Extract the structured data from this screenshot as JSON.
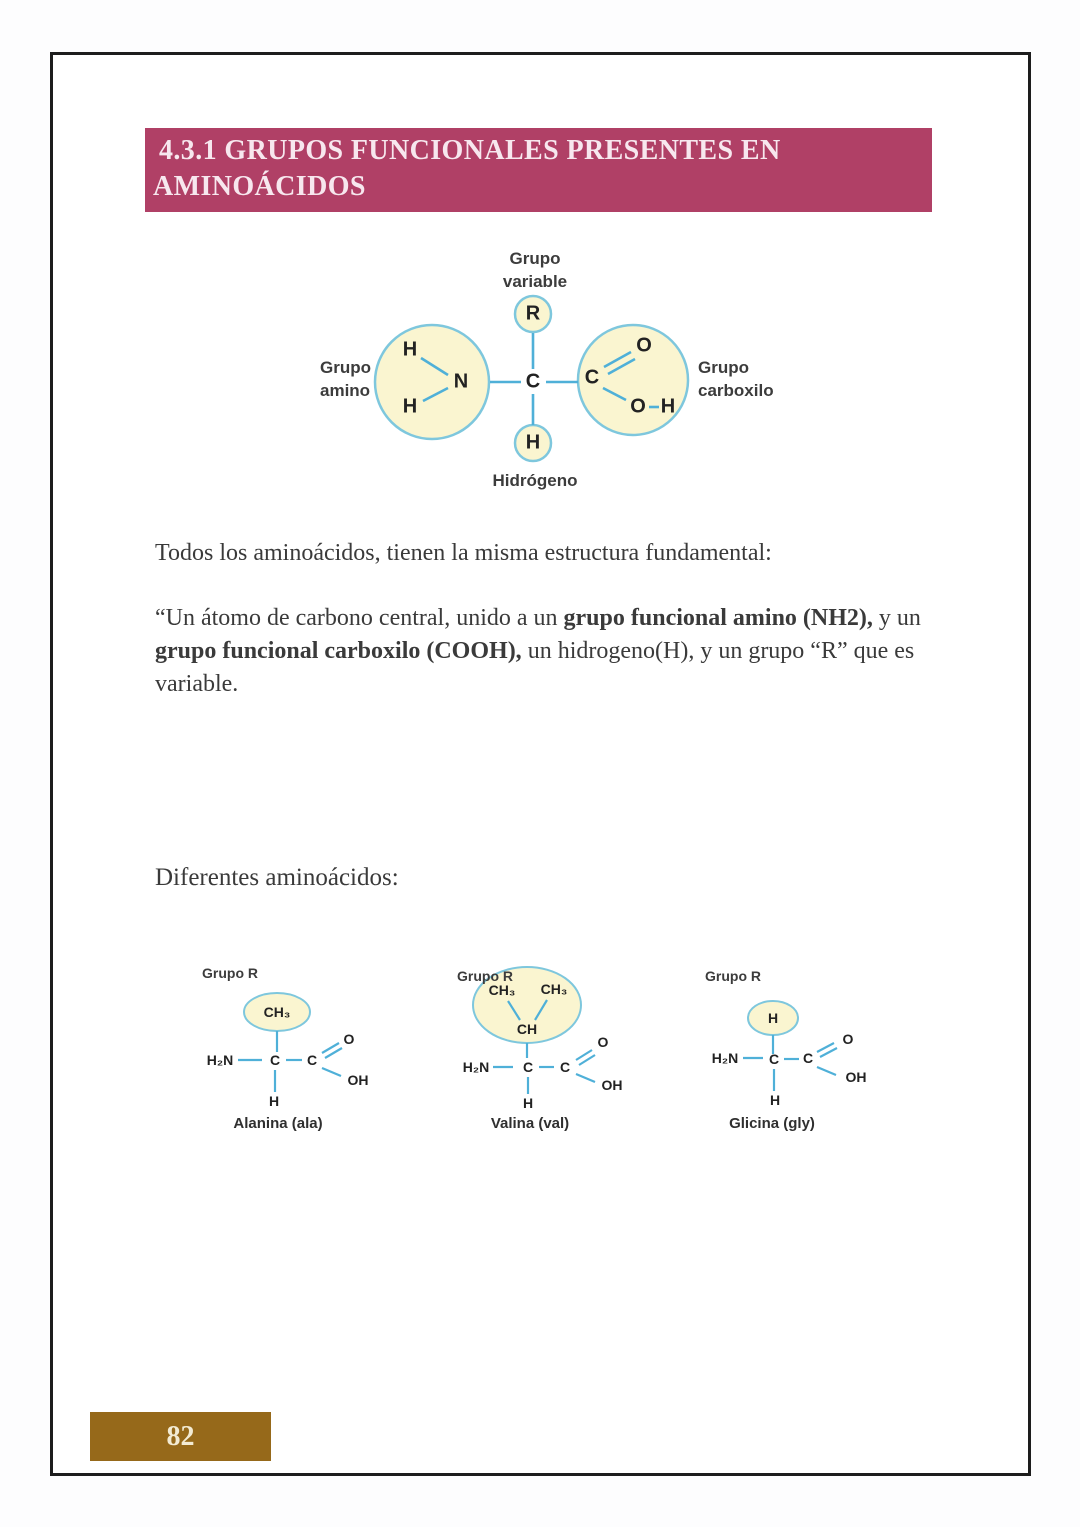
{
  "colors": {
    "banner_bg": "#b04066",
    "banner_text": "#f7e7ee",
    "frame_border": "#1d1d1d",
    "page_box_bg": "#96691a",
    "page_box_text": "#f3ebd3",
    "body_text": "#3a3a3a",
    "bond_blue": "#4fb0d8",
    "circle_fill": "#faf5d0",
    "circle_stroke": "#7ec7dd"
  },
  "title": {
    "line1": "4.3.1 GRUPOS FUNCIONALES PRESENTES EN",
    "line2": "AMINOÁCIDOS"
  },
  "main_diagram": {
    "labels": {
      "variable_line1": "Grupo",
      "variable_line2": "variable",
      "amino_line1": "Grupo",
      "amino_line2": "amino",
      "carboxyl_line1": "Grupo",
      "carboxyl_line2": "carboxilo",
      "hydrogen": "Hidrógeno"
    },
    "atoms": {
      "r": "R",
      "h_top": "H",
      "n": "N",
      "h_bottom": "H",
      "c_alpha": "C",
      "c_carboxyl": "C",
      "o_double": "O",
      "o_single": "O",
      "h_hydroxyl": "H",
      "h_alpha": "H"
    }
  },
  "paragraphs": {
    "intro": "Todos los aminoácidos, tienen la misma estructura fundamental:",
    "quote_part1": "“Un átomo de carbono central, unido a un ",
    "quote_bold1": "grupo funcional amino (NH2),",
    "quote_part2": " y un ",
    "quote_bold2": "grupo funcional carboxilo (COOH),",
    "quote_part3": " un hidrogeno(H), y un grupo “R” que es variable.",
    "different": "Diferentes aminoácidos:"
  },
  "amino_acids": [
    {
      "group_label": "Grupo R",
      "r1": "CH₃",
      "amine": "H₂N",
      "c1": "C",
      "c2": "C",
      "o": "O",
      "oh": "OH",
      "h": "H",
      "caption": "Alanina (ala)"
    },
    {
      "group_label": "Grupo R",
      "r1": "CH₃",
      "r2": "CH₃",
      "r3": "CH",
      "amine": "H₂N",
      "c1": "C",
      "c2": "C",
      "o": "O",
      "oh": "OH",
      "h": "H",
      "caption": "Valina (val)"
    },
    {
      "group_label": "Grupo R",
      "r1": "H",
      "amine": "H₂N",
      "c1": "C",
      "c2": "C",
      "o": "O",
      "oh": "OH",
      "h": "H",
      "caption": "Glicina (gly)"
    }
  ],
  "page": {
    "number": "82"
  }
}
